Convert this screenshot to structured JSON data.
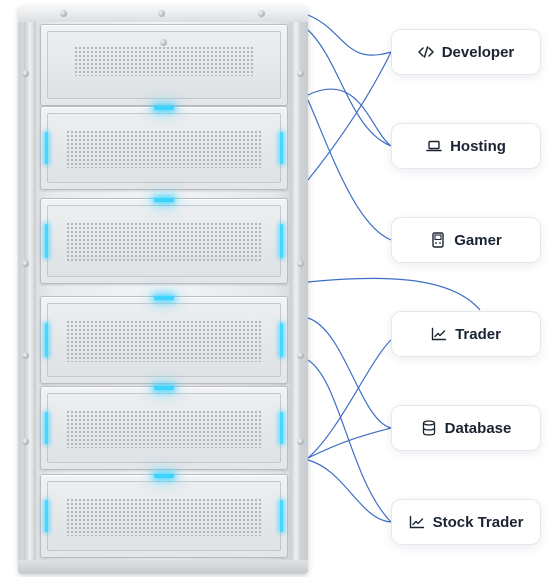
{
  "categories": [
    {
      "label": "Developer",
      "icon": "code-icon"
    },
    {
      "label": "Hosting",
      "icon": "laptop-icon"
    },
    {
      "label": "Gamer",
      "icon": "gameboy-icon"
    },
    {
      "label": "Trader",
      "icon": "trend-chart-icon"
    },
    {
      "label": "Database",
      "icon": "database-icon"
    },
    {
      "label": "Stock Trader",
      "icon": "trend-chart-icon"
    }
  ],
  "colors": {
    "wire": "#3f6fc4",
    "led": "#3fd3ff",
    "card_text": "#1b2433"
  }
}
